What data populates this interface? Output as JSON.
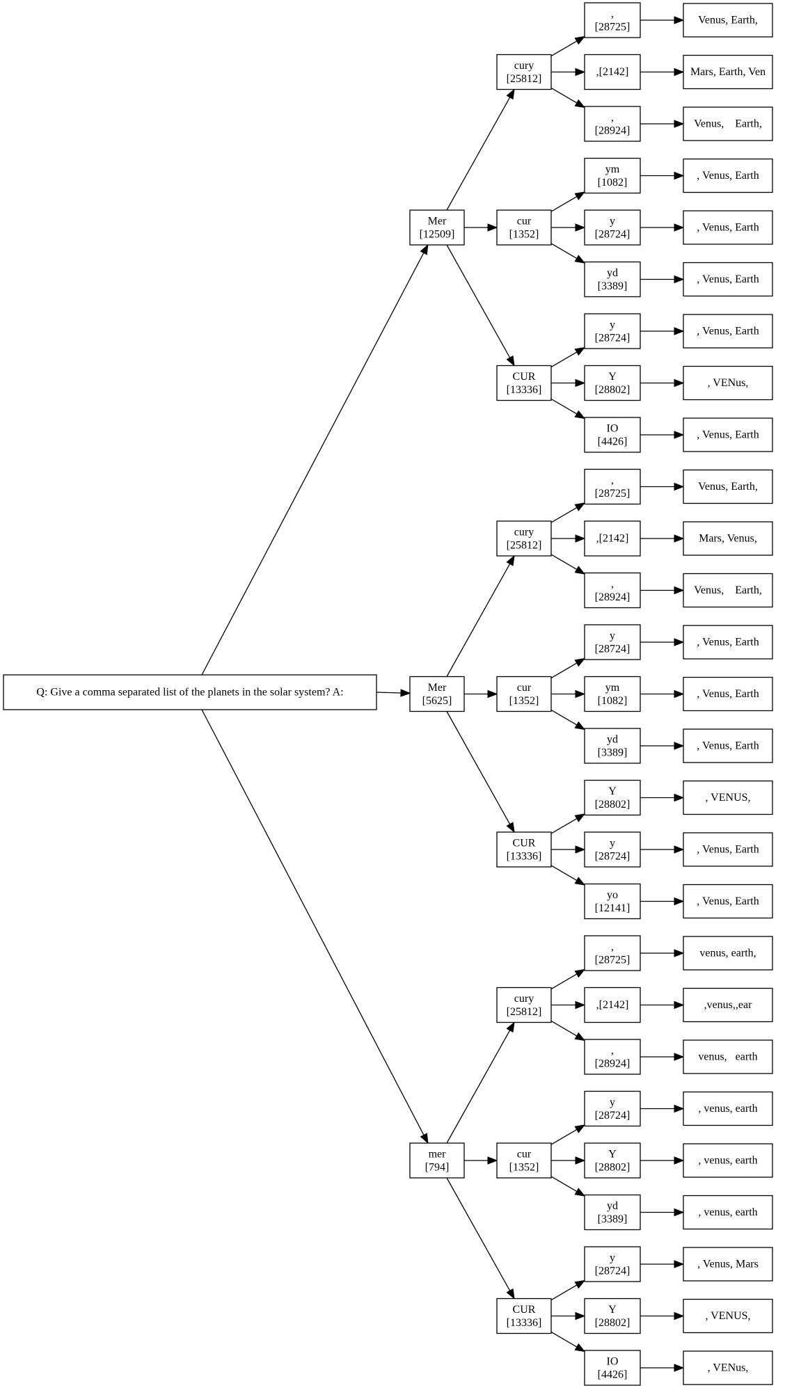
{
  "tree": {
    "root": {
      "text": "Q: Give a comma separated list of the planets in the solar system? A:",
      "children": [
        {
          "token": "Mer",
          "id": "[12509]",
          "children": [
            {
              "token": "cury",
              "id": "[25812]",
              "children": [
                {
                  "token": ",",
                  "id": "[28725]",
                  "completion": "Venus, Earth,"
                },
                {
                  "token": ",[2142]",
                  "id": "",
                  "completion": "Mars, Earth, Ven"
                },
                {
                  "token": ",",
                  "id": "[28924]",
                  "completion": "Venus,    Earth,"
                }
              ]
            },
            {
              "token": "cur",
              "id": "[1352]",
              "children": [
                {
                  "token": "ym",
                  "id": "[1082]",
                  "completion": ", Venus, Earth"
                },
                {
                  "token": "y",
                  "id": "[28724]",
                  "completion": ", Venus, Earth"
                },
                {
                  "token": "yd",
                  "id": "[3389]",
                  "completion": ", Venus, Earth"
                }
              ]
            },
            {
              "token": "CUR",
              "id": "[13336]",
              "children": [
                {
                  "token": "y",
                  "id": "[28724]",
                  "completion": ", Venus, Earth"
                },
                {
                  "token": "Y",
                  "id": "[28802]",
                  "completion": ", VENus,"
                },
                {
                  "token": "IO",
                  "id": "[4426]",
                  "completion": ", Venus, Earth"
                }
              ]
            }
          ]
        },
        {
          "token": "Mer",
          "id": "[5625]",
          "children": [
            {
              "token": "cury",
              "id": "[25812]",
              "children": [
                {
                  "token": ",",
                  "id": "[28725]",
                  "completion": "Venus, Earth,"
                },
                {
                  "token": ",[2142]",
                  "id": "",
                  "completion": "Mars, Venus,"
                },
                {
                  "token": ",",
                  "id": "[28924]",
                  "completion": "Venus,    Earth,"
                }
              ]
            },
            {
              "token": "cur",
              "id": "[1352]",
              "children": [
                {
                  "token": "y",
                  "id": "[28724]",
                  "completion": ", Venus, Earth"
                },
                {
                  "token": "ym",
                  "id": "[1082]",
                  "completion": ", Venus, Earth"
                },
                {
                  "token": "yd",
                  "id": "[3389]",
                  "completion": ", Venus, Earth"
                }
              ]
            },
            {
              "token": "CUR",
              "id": "[13336]",
              "children": [
                {
                  "token": "Y",
                  "id": "[28802]",
                  "completion": ", VENUS,"
                },
                {
                  "token": "y",
                  "id": "[28724]",
                  "completion": ", Venus, Earth"
                },
                {
                  "token": "yo",
                  "id": "[12141]",
                  "completion": ", Venus, Earth"
                }
              ]
            }
          ]
        },
        {
          "token": "mer",
          "id": "[794]",
          "children": [
            {
              "token": "cury",
              "id": "[25812]",
              "children": [
                {
                  "token": ",",
                  "id": "[28725]",
                  "completion": "venus, earth,"
                },
                {
                  "token": ",[2142]",
                  "id": "",
                  "completion": ",venus,,ear"
                },
                {
                  "token": ",",
                  "id": "[28924]",
                  "completion": "venus,   earth"
                }
              ]
            },
            {
              "token": "cur",
              "id": "[1352]",
              "children": [
                {
                  "token": "y",
                  "id": "[28724]",
                  "completion": ", venus, earth"
                },
                {
                  "token": "Y",
                  "id": "[28802]",
                  "completion": ", venus, earth"
                },
                {
                  "token": "yd",
                  "id": "[3389]",
                  "completion": ", venus, earth"
                }
              ]
            },
            {
              "token": "CUR",
              "id": "[13336]",
              "children": [
                {
                  "token": "y",
                  "id": "[28724]",
                  "completion": ", Venus, Mars"
                },
                {
                  "token": "Y",
                  "id": "[28802]",
                  "completion": ", VENUS,"
                },
                {
                  "token": "IO",
                  "id": "[4426]",
                  "completion": ", VENus,"
                }
              ]
            }
          ]
        }
      ]
    }
  }
}
